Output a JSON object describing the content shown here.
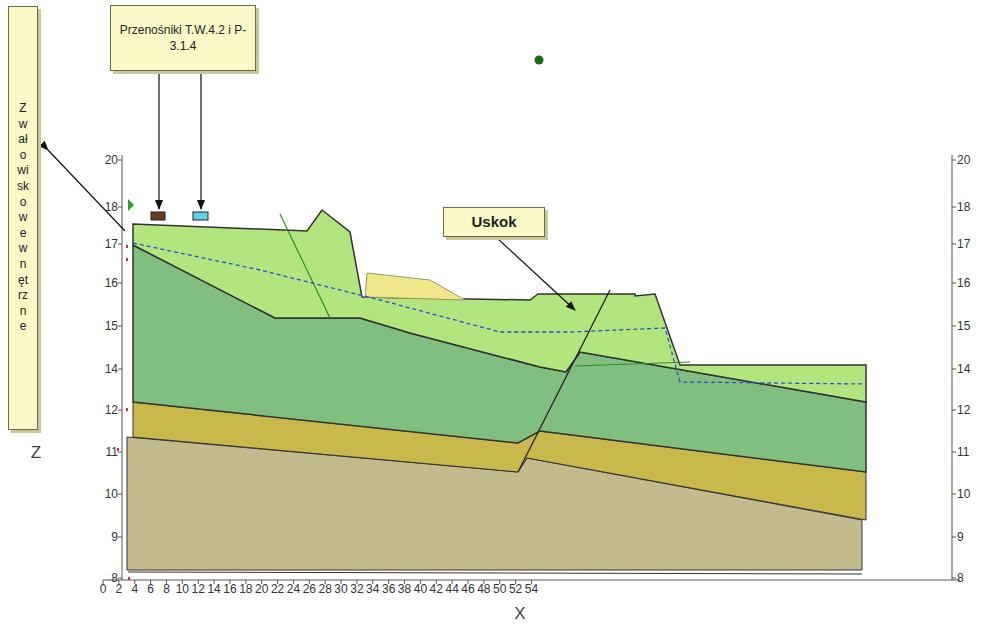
{
  "diagram": {
    "nodes": [
      {
        "text": [
          "Zwałowisko wewnętrzne"
        ]
      },
      {
        "text": [
          "Przenośniki T.W.4.2 i P-3.1.4"
        ]
      },
      {
        "text": [
          "Uskok"
        ]
      }
    ],
    "labels": [
      "20",
      "18",
      "17",
      "16",
      "15",
      "14",
      "12",
      "11",
      "10",
      "9",
      "8",
      "20",
      "18",
      "17",
      "16",
      "15",
      "14",
      "12",
      "11",
      "10",
      "9",
      "8",
      "0",
      "2",
      "4",
      "6",
      "8",
      "10",
      "12",
      "14",
      "16",
      "18",
      "20",
      "22",
      "24",
      "26",
      "28",
      "30",
      "32",
      "34",
      "36",
      "38",
      "40",
      "42",
      "44",
      "46",
      "48",
      "50",
      "52",
      "54",
      "Z",
      "X"
    ]
  }
}
